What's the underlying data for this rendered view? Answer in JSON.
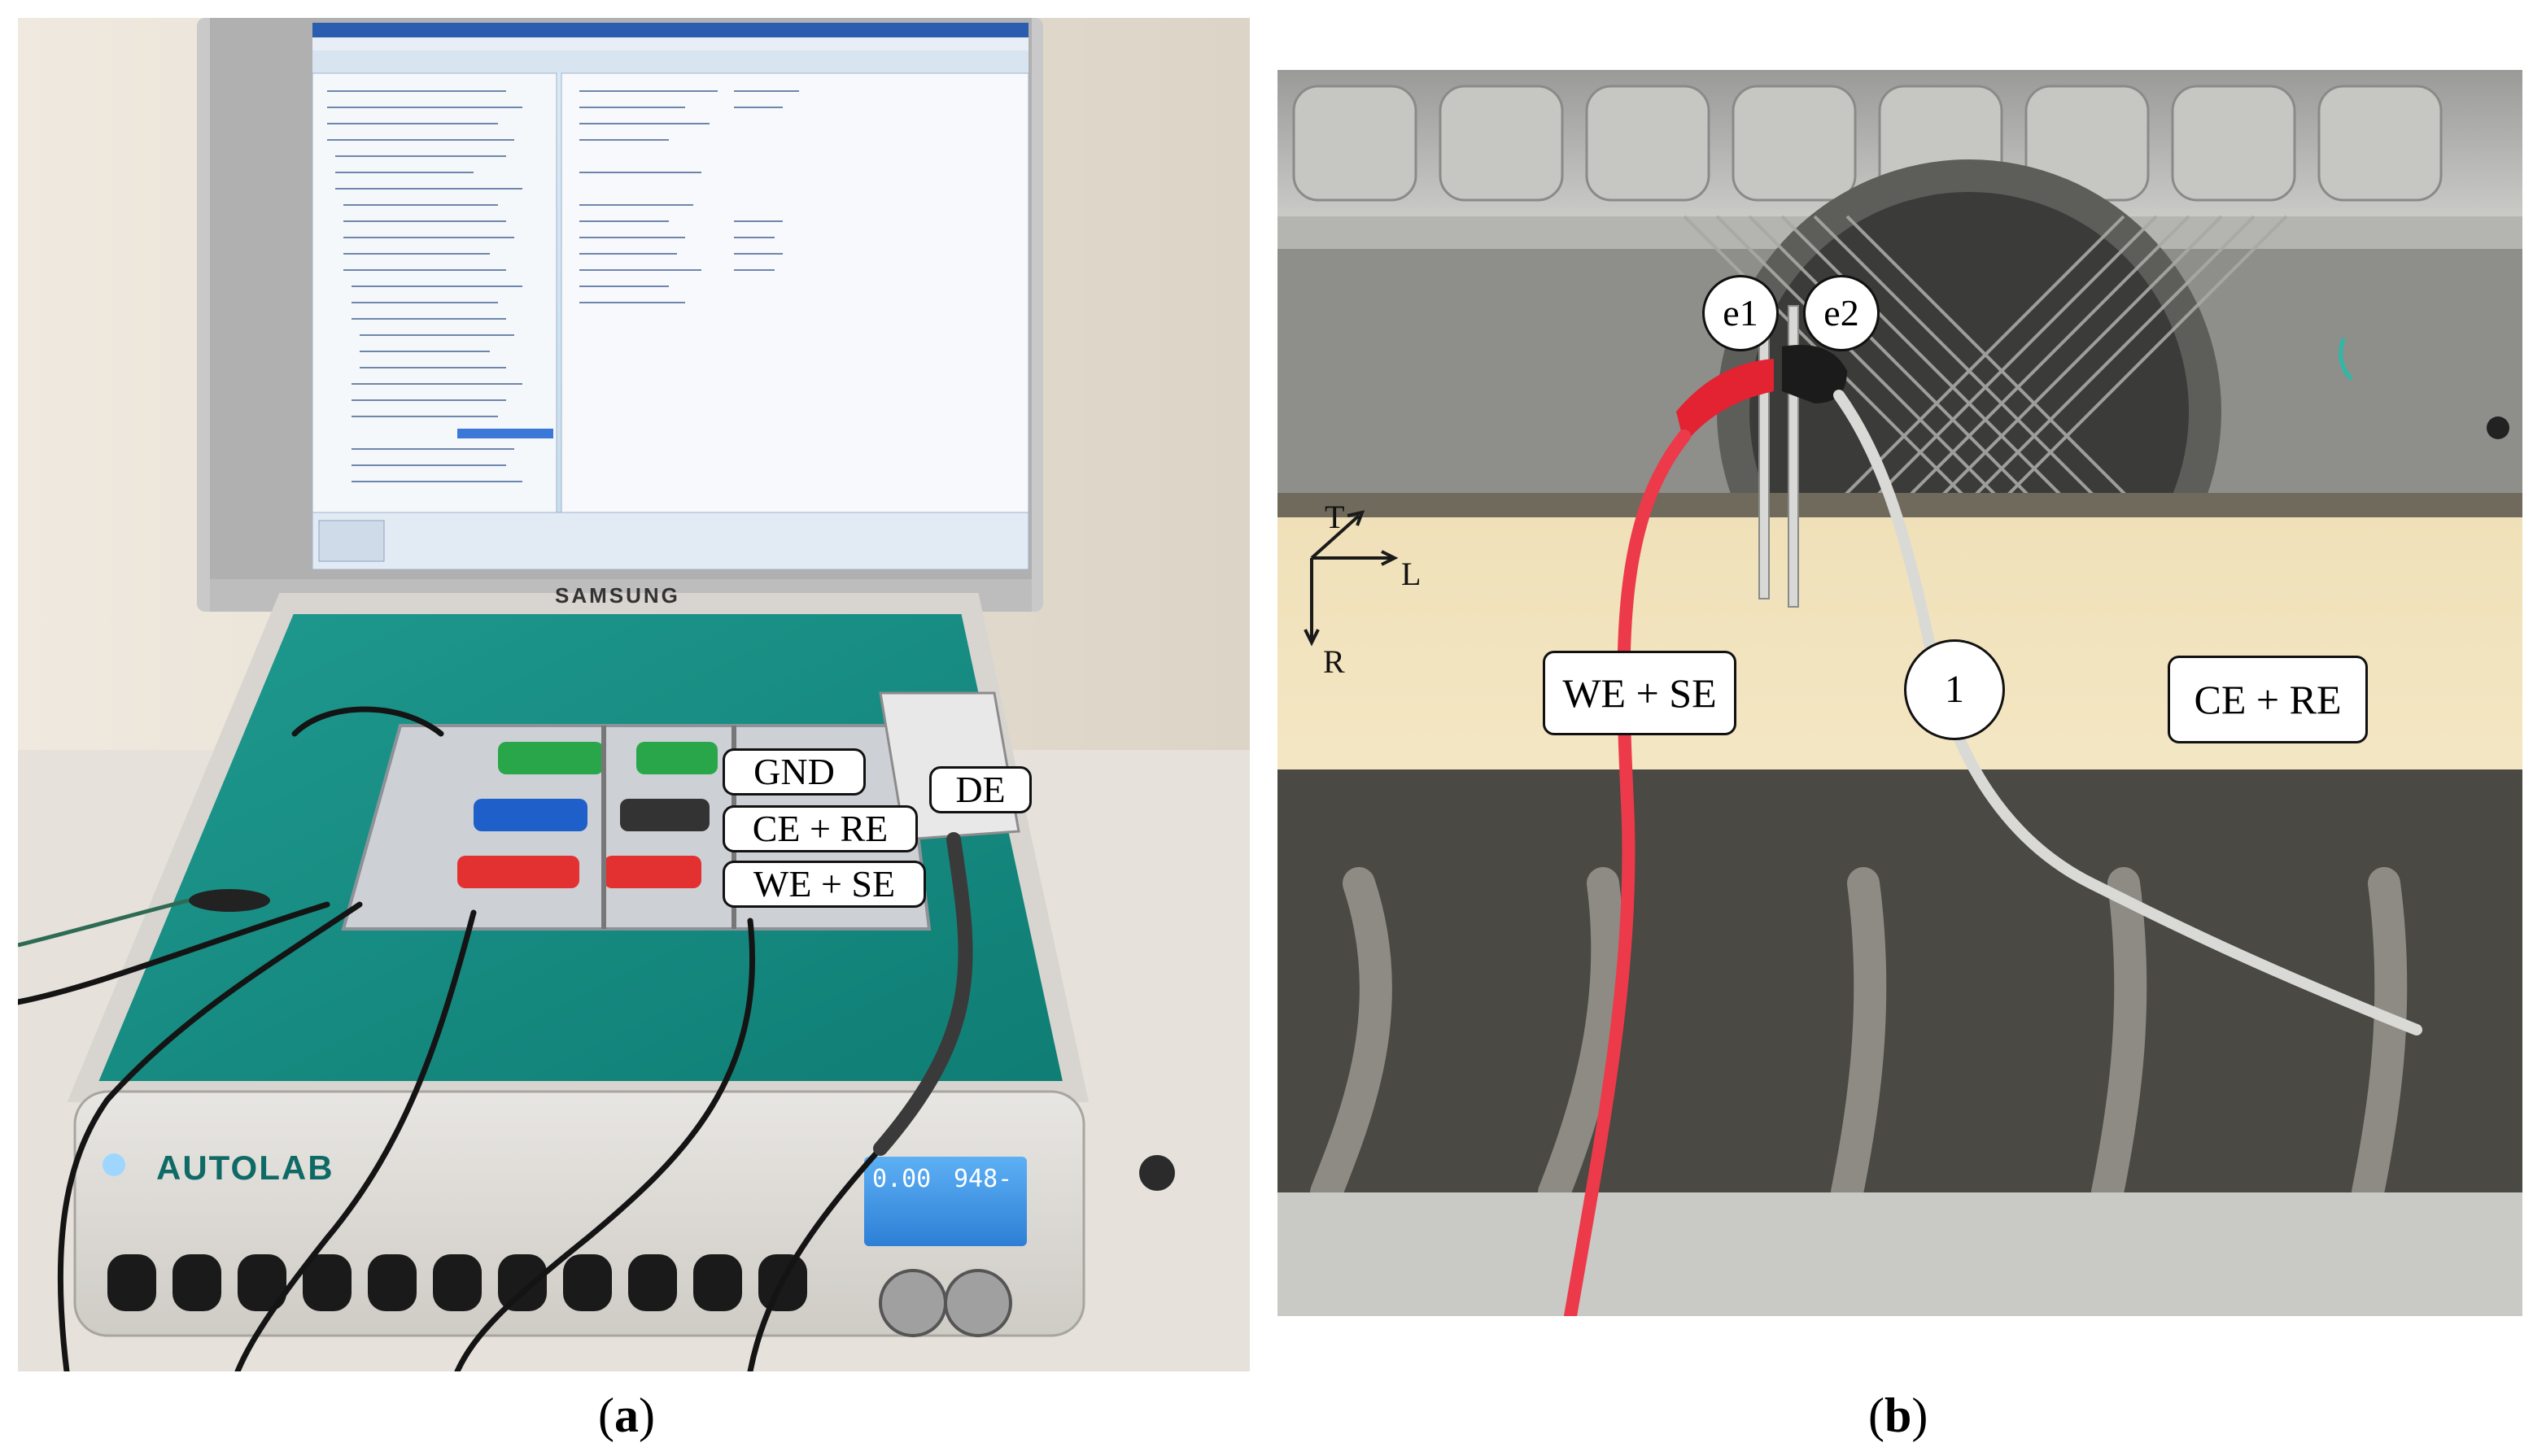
{
  "panel_a": {
    "labels": {
      "gnd": "GND",
      "de": "DE",
      "ce_re": "CE + RE",
      "we_se": "WE + SE"
    },
    "brand_monitor": "SAMSUNG",
    "brand_instrument": "AUTOLAB",
    "lcd_left": "0.00",
    "lcd_right": "948-"
  },
  "panel_b": {
    "electrode_1": "e1",
    "electrode_2": "e2",
    "specimen": "1",
    "we_se": "WE + SE",
    "ce_re": "CE + RE",
    "axis": {
      "t": "T",
      "l": "L",
      "r": "R"
    }
  },
  "captions": {
    "a": "a",
    "b": "b"
  }
}
